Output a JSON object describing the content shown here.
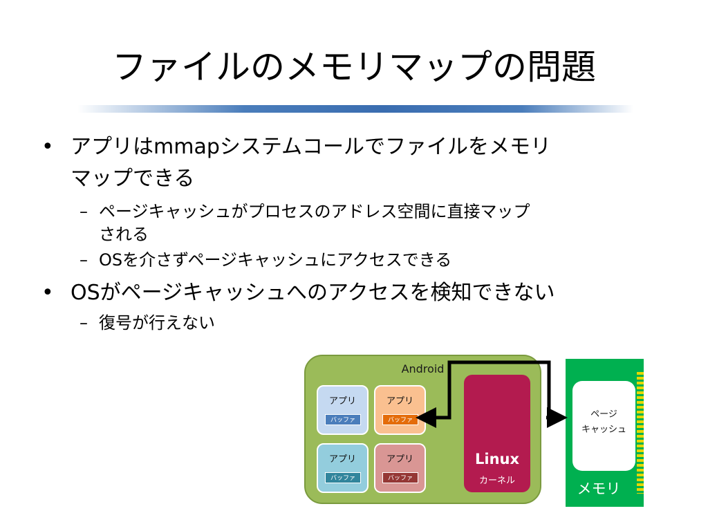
{
  "slide": {
    "title": "ファイルのメモリマップの問題",
    "bullets": [
      {
        "marker": "•",
        "text": "アプリはmmapシステムコールでファイルをメモリ",
        "text2": "マップできる"
      },
      {
        "marker": "–",
        "text": "ページキャッシュがプロセスのアドレス空間に直接マップ",
        "text2": "される"
      },
      {
        "marker": "–",
        "text": "OSを介さずページキャッシュにアクセスできる"
      },
      {
        "marker": "•",
        "text": "OSがページキャッシュへのアクセスを検知できない"
      },
      {
        "marker": "–",
        "text": "復号が行えない"
      }
    ]
  },
  "diagram": {
    "android_label": "Android",
    "apps": [
      {
        "name": "アプリ",
        "buffer": "バッファ",
        "fill": "#c5d9f1",
        "buffer_color": "#4a7dbb"
      },
      {
        "name": "アプリ",
        "buffer": "バッファ",
        "fill": "#fac090",
        "buffer_color": "#e46c0a"
      },
      {
        "name": "アプリ",
        "buffer": "バッファ",
        "fill": "#93cddd",
        "buffer_color": "#31859c"
      },
      {
        "name": "アプリ",
        "buffer": "バッファ",
        "fill": "#d99694",
        "buffer_color": "#953735"
      }
    ],
    "kernel_title": "Linux",
    "kernel_subtitle": "カーネル",
    "memory_chip_line1": "ページ",
    "memory_chip_line2": "キャッシュ",
    "memory_label": "メモリ",
    "colors": {
      "android_fill": "#9bbb59",
      "kernel_fill": "#b31b4f",
      "memory_fill": "#00b050",
      "title_rule": "#3a6db0"
    }
  }
}
